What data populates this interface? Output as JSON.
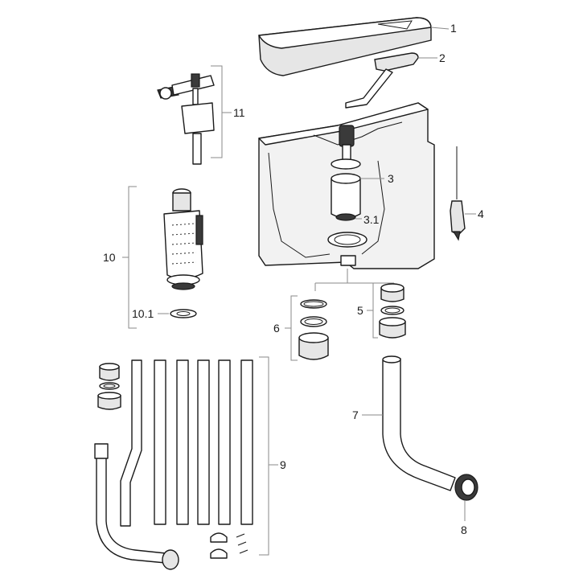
{
  "callouts": {
    "p1": "1",
    "p2": "2",
    "p3": "3",
    "p3_1": "3.1",
    "p4": "4",
    "p5": "5",
    "p6": "6",
    "p7": "7",
    "p8": "8",
    "p9": "9",
    "p10": "10",
    "p10_1": "10.1",
    "p11": "11"
  }
}
